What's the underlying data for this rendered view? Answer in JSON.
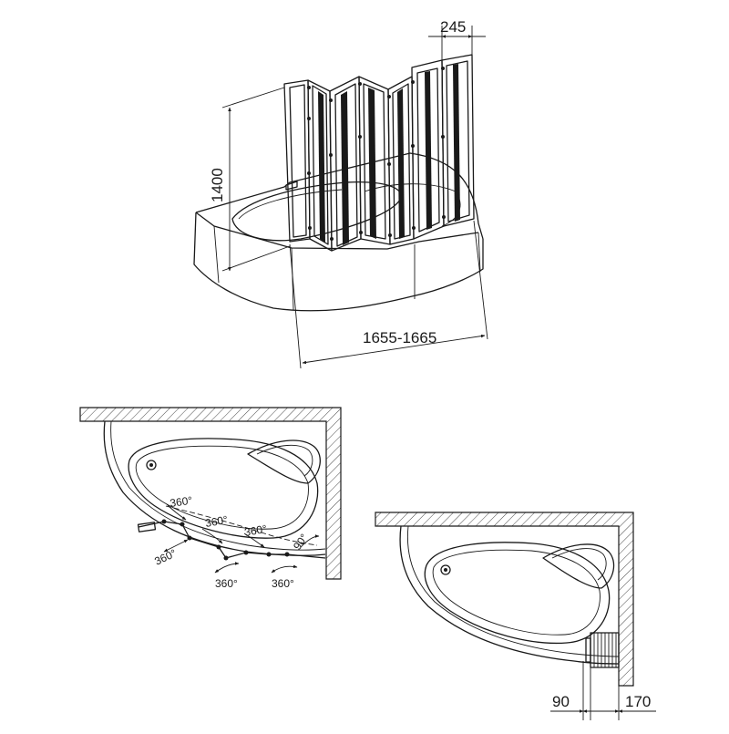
{
  "dimensions": {
    "panel_width": "245",
    "height": "1400",
    "opening_width": "1655-1665",
    "offset_left": "90",
    "offset_right": "170"
  },
  "rotation_labels": [
    "360°",
    "360°",
    "360°",
    "360°",
    "360°",
    "360°"
  ],
  "fold_label": "90°"
}
